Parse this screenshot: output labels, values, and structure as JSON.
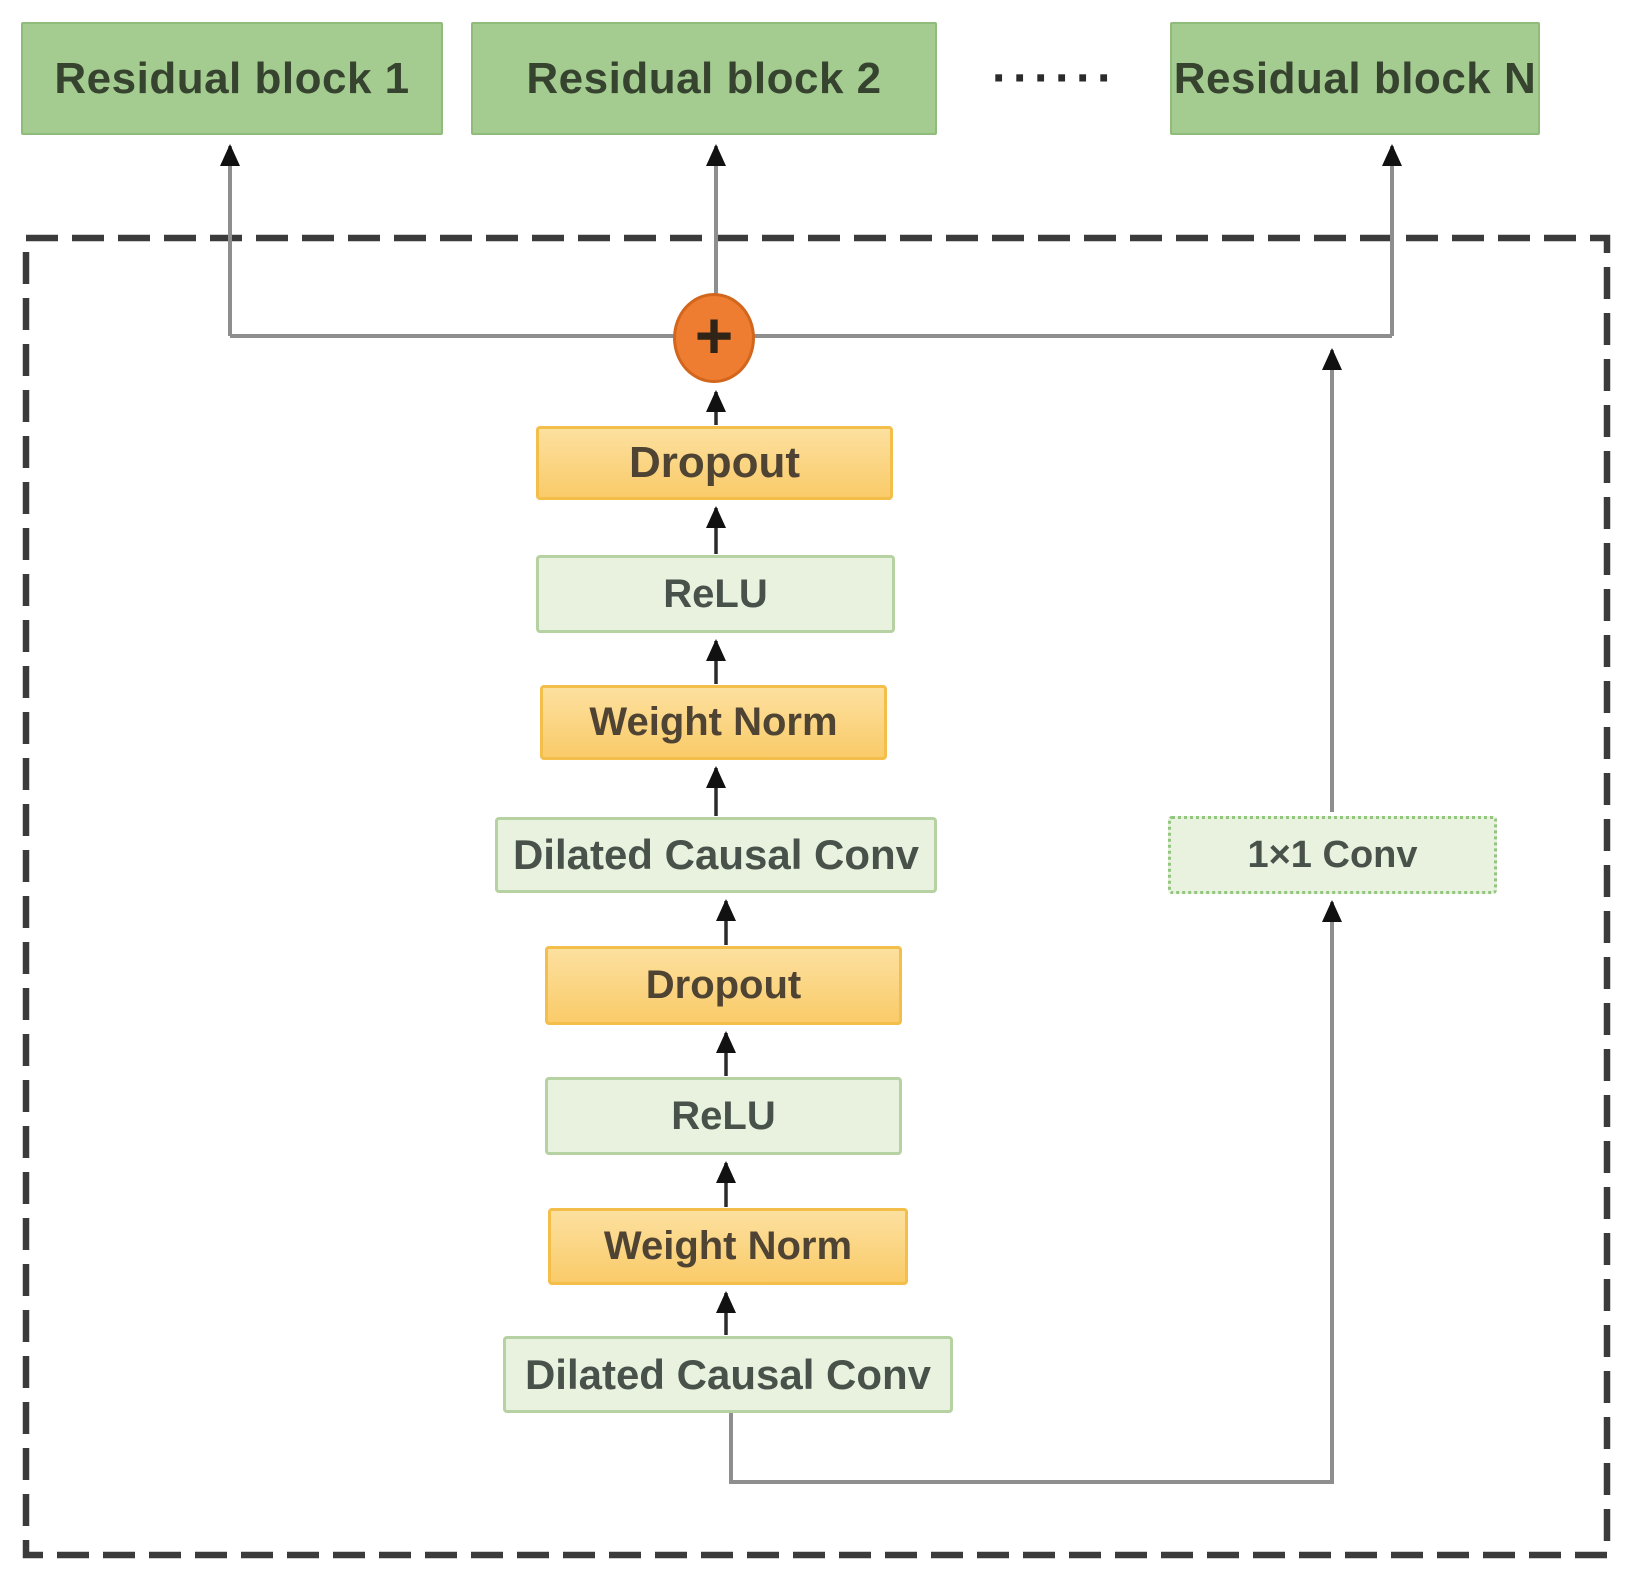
{
  "top_blocks": [
    {
      "label": "Residual block 1"
    },
    {
      "label": "Residual block 2"
    },
    {
      "label": "Residual block N"
    }
  ],
  "ellipsis": "······",
  "residual_unit": {
    "plus_symbol": "+",
    "main_path_top_to_bottom": [
      {
        "label": "Dropout"
      },
      {
        "label": "ReLU"
      },
      {
        "label": "Weight Norm"
      },
      {
        "label": "Dilated Causal Conv"
      },
      {
        "label": "Dropout"
      },
      {
        "label": "ReLU"
      },
      {
        "label": "Weight Norm"
      },
      {
        "label": "Dilated Causal Conv"
      }
    ],
    "skip_path": {
      "label": "1×1 Conv"
    }
  },
  "colors": {
    "block_green_fill": "#A4CC91",
    "block_green_border": "#8FBC7B",
    "block_text": "#36432F",
    "light_green_fill": "#E9F2DE",
    "light_green_border": "#B7D2A2",
    "node_green_text": "#48524A",
    "orange_fill_top": "#FCE09F",
    "orange_fill_bottom": "#FACB69",
    "orange_border": "#F4BE4A",
    "orange_text": "#4F4433",
    "conv1x1_border": "#93C581",
    "plus_fill": "#EE7D31",
    "plus_border": "#D2661D",
    "plus_glyph": "#2F2417",
    "wire_gray": "#8E8E8E",
    "arrow_dark": "#2B2B2B",
    "dashed_border": "#3B3B3B"
  }
}
